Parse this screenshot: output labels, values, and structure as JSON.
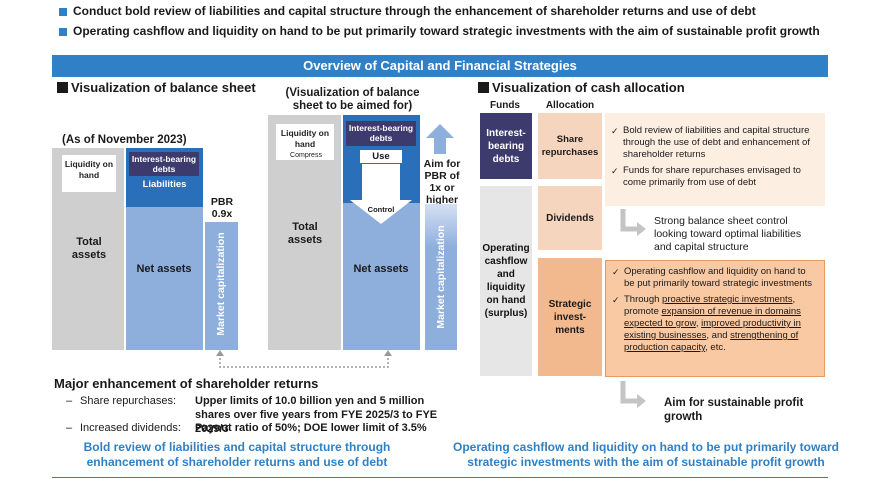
{
  "headline": {
    "bullet1": "Conduct bold review of liabilities and capital structure through the enhancement of shareholder returns and use of debt",
    "bullet2": "Operating cashflow and liquidity on hand to be put primarily toward strategic investments with the aim of sustainable profit growth"
  },
  "banner": "Overview of Capital and Financial Strategies",
  "balance": {
    "title": "Visualization of balance sheet",
    "as_of": "(As of November 2023)",
    "aim_caption": "(Visualization of balance sheet to be aimed for)",
    "current": {
      "liquidity": "Liquidity on hand",
      "total_assets": "Total assets",
      "debts": "Interest-bearing debts",
      "liabilities": "Liabilities",
      "net_assets": "Net assets",
      "pbr": "PBR 0.9x",
      "market_cap": "Market capitalization"
    },
    "target": {
      "liquidity": "Liquidity on hand",
      "compress": "Compress",
      "total_assets": "Total assets",
      "debts": "Interest-bearing debts",
      "use": "Use",
      "control": "Control",
      "net_assets": "Net assets",
      "aim_pbr": "Aim for PBR of 1x or higher",
      "market_cap": "Market capitalization"
    }
  },
  "returns": {
    "title": "Major enhancement of shareholder returns",
    "rows": [
      {
        "label": "Share repurchases:",
        "value": "Upper limits of 10.0 billion yen and 5 million shares over five years from FYE 2025/3 to FYE 2029/3"
      },
      {
        "label": "Increased dividends:",
        "value": "Payout ratio of 50%; DOE lower limit of 3.5%"
      }
    ],
    "dash": "–"
  },
  "footer": {
    "left": "Bold review of liabilities and capital structure through enhancement of shareholder returns and use of debt",
    "right": "Operating cashflow and liquidity on hand to be put primarily toward strategic investments with the aim of sustainable profit growth"
  },
  "cash": {
    "title": "Visualization of cash allocation",
    "col_funds": "Funds",
    "col_allocation": "Allocation",
    "fund_debts": "Interest-bearing debts",
    "fund_operating": "Operating cashflow and liquidity on hand (surplus)",
    "alloc_share": "Share repurchases",
    "alloc_dividends": "Dividends",
    "alloc_strategic": "Strategic invest-ments",
    "share_items": [
      "Bold review of liabilities and capital structure through the use of debt and enhancement of shareholder returns",
      "Funds for share repurchases envisaged to come primarily from use of debt"
    ],
    "balance_note": "Strong balance sheet control looking toward optimal liabilities and capital structure",
    "strategic_item1": "Operating cashflow and liquidity on hand to be put primarily toward strategic investments",
    "strategic_item2": {
      "t1": "Through ",
      "u1": "proactive strategic investments",
      "t2": ", promote ",
      "u2": "expansion of revenue in domains expected to grow",
      "t3": ", ",
      "u3": "improved productivity in existing businesses",
      "t4": ", and ",
      "u4": "strengthening of production capacity",
      "t5": ", etc."
    },
    "growth_note": "Aim for sustainable profit growth"
  },
  "colors": {
    "accent": "#2f80c7",
    "navy": "#3d3a6e",
    "dark_blue": "#2a6fba",
    "light_blue": "#8eaedc",
    "peach": "#f6d5bf",
    "orange": "#f1b98d"
  }
}
